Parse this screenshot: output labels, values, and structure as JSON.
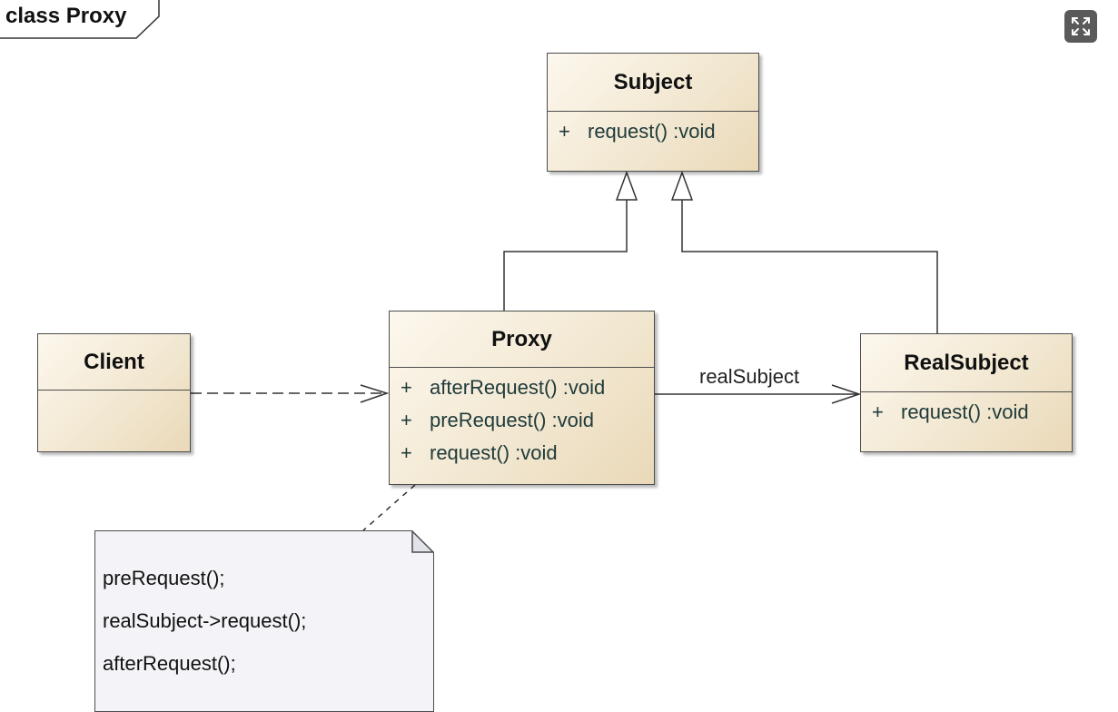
{
  "diagram": {
    "title": "class Proxy",
    "classes": {
      "subject": {
        "name": "Subject",
        "operations": [
          {
            "vis": "+",
            "sig": "request()  :void"
          }
        ]
      },
      "proxy": {
        "name": "Proxy",
        "operations": [
          {
            "vis": "+",
            "sig": "afterRequest()  :void"
          },
          {
            "vis": "+",
            "sig": "preRequest()  :void"
          },
          {
            "vis": "+",
            "sig": "request()  :void"
          }
        ]
      },
      "client": {
        "name": "Client",
        "operations": []
      },
      "real_subject": {
        "name": "RealSubject",
        "operations": [
          {
            "vis": "+",
            "sig": "request()  :void"
          }
        ]
      }
    },
    "association_label": "realSubject",
    "note_lines": [
      "preRequest();",
      "realSubject->request();",
      "afterRequest();"
    ]
  },
  "colors": {
    "class_fill": "#f1e6cf",
    "border": "#4d4d4d",
    "note_fill": "#f3f3f8"
  },
  "icons": {
    "expand": "expand-icon"
  }
}
